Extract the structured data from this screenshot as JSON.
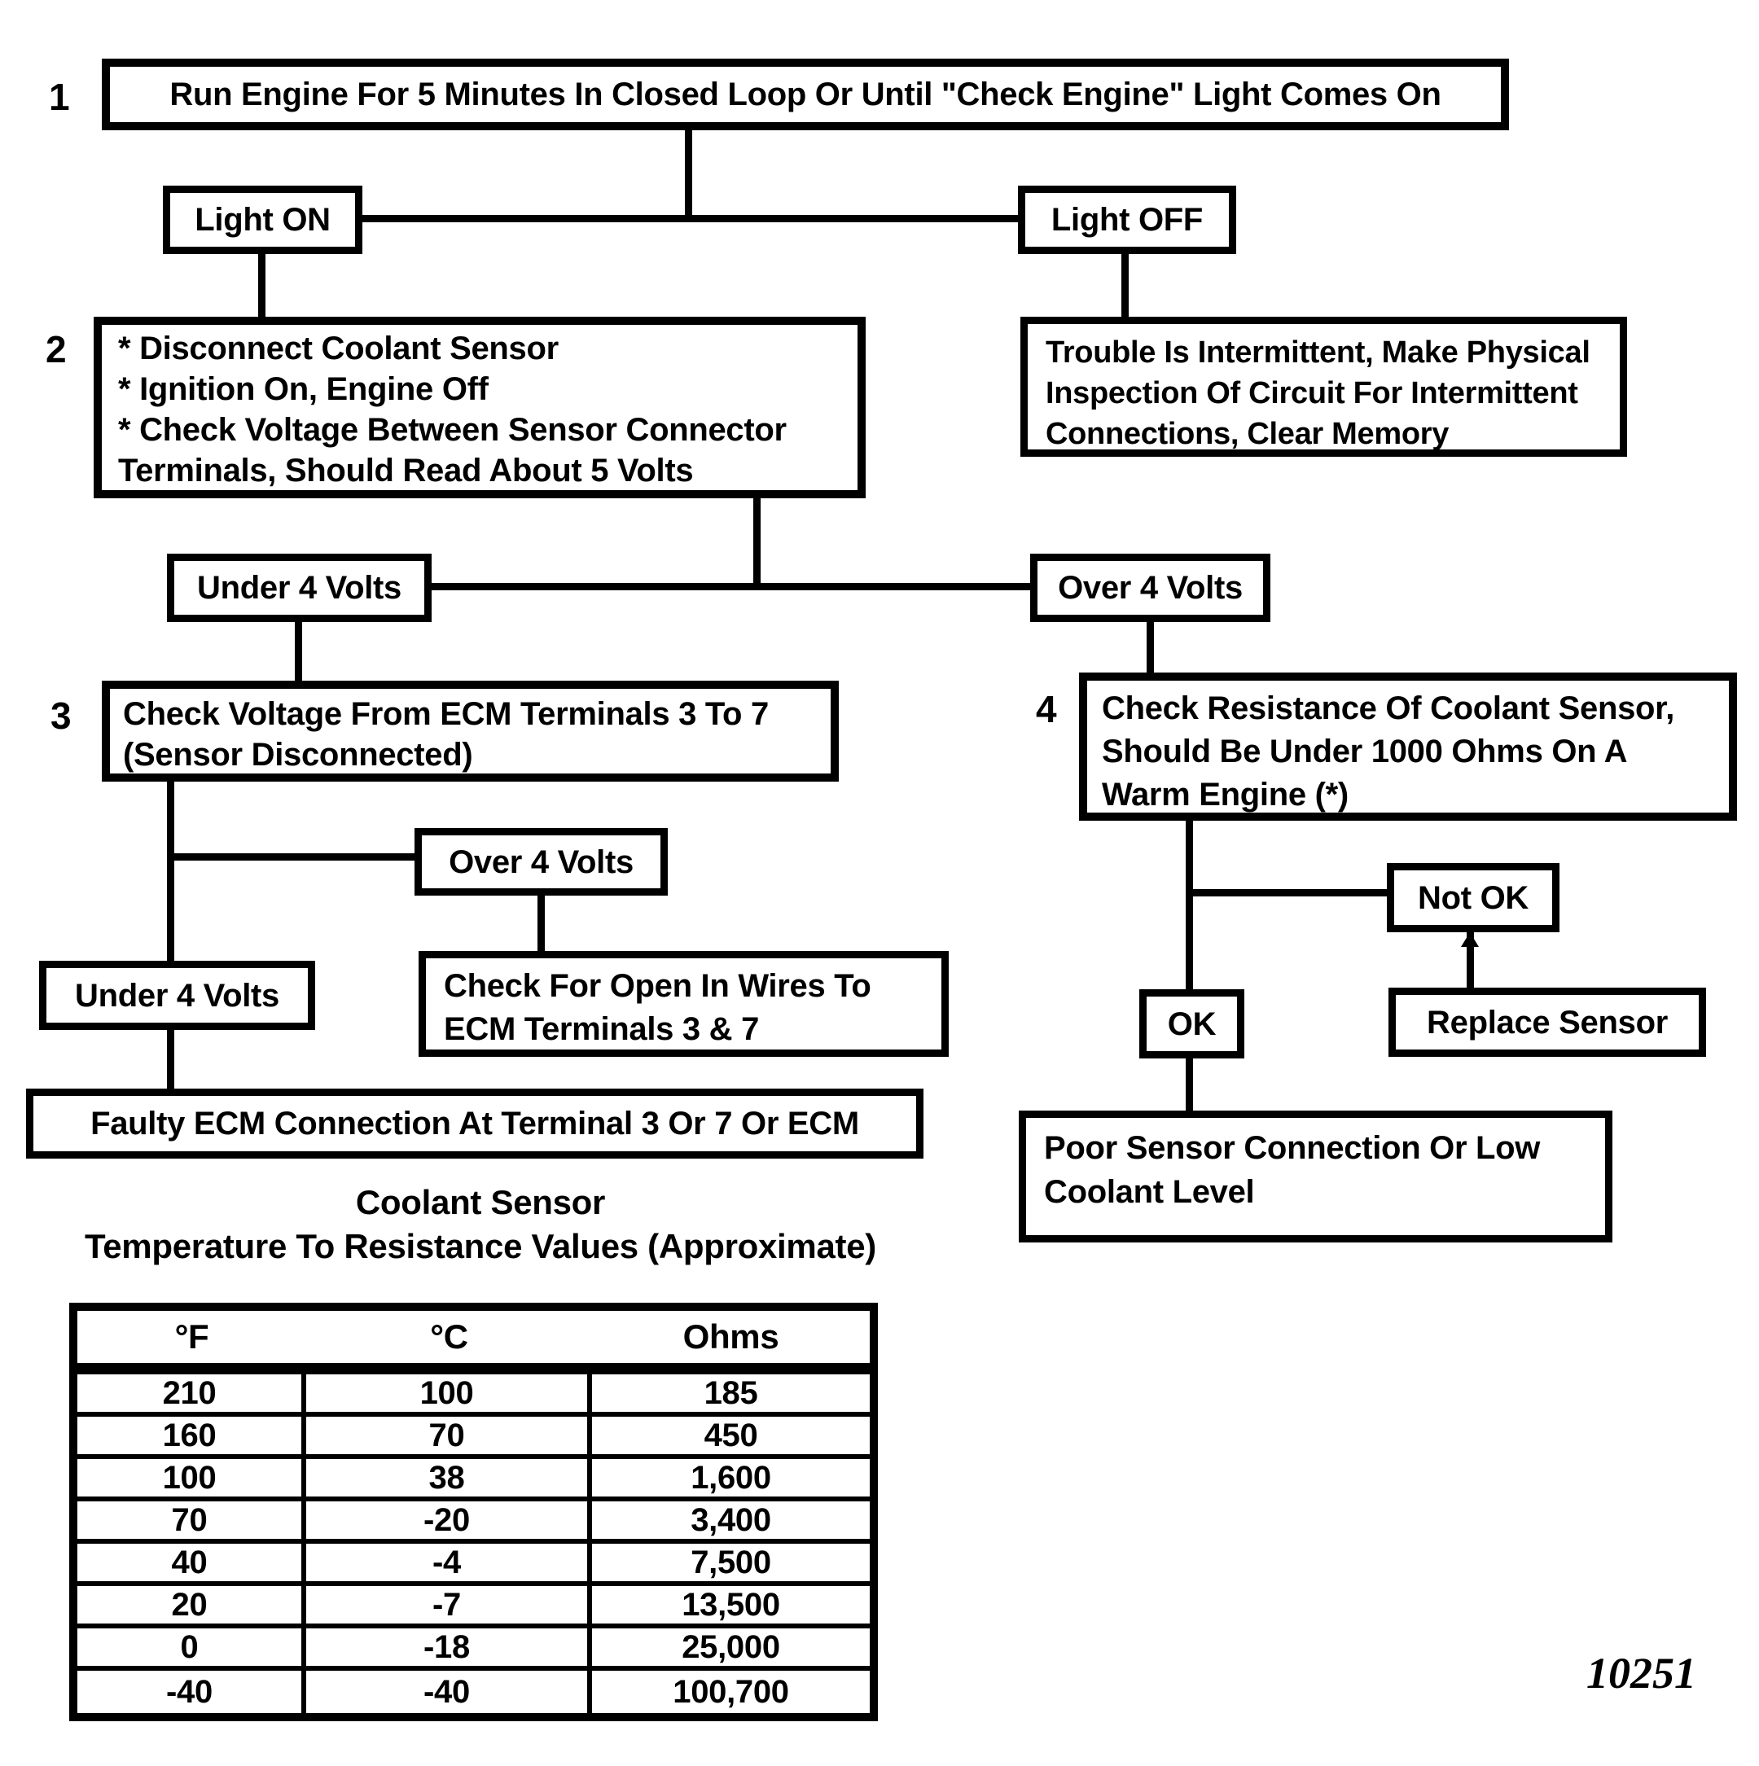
{
  "flow": {
    "step1": {
      "num": "1",
      "text": "Run Engine For 5 Minutes In Closed Loop Or Until \"Check Engine\" Light Comes On"
    },
    "light_on": {
      "label": "Light ON"
    },
    "light_off": {
      "label": "Light OFF"
    },
    "step2": {
      "num": "2",
      "lines": [
        "* Disconnect Coolant Sensor",
        "* Ignition On, Engine Off",
        "* Check Voltage Between Sensor Connector",
        "  Terminals,  Should Read About 5 Volts"
      ]
    },
    "intermittent": {
      "text": "Trouble Is Intermittent, Make Physical\nInspection Of Circuit For Intermittent\nConnections, Clear Memory"
    },
    "under_4_volts": {
      "label": "Under 4 Volts"
    },
    "over_4_volts": {
      "label": "Over 4 Volts"
    },
    "step3": {
      "num": "3",
      "text": "Check Voltage From ECM Terminals 3 To 7\n(Sensor Disconnected)"
    },
    "step4": {
      "num": "4",
      "text": "Check Resistance Of Coolant Sensor,\nShould Be Under 1000 Ohms On A\nWarm Engine (*)"
    },
    "over_4_volts_b": {
      "label": "Over 4 Volts"
    },
    "under_4_volts_b": {
      "label": "Under 4 Volts"
    },
    "check_open": {
      "text": "Check For Open In Wires To\nECM Terminals 3 & 7"
    },
    "faulty_ecm": {
      "text": "Faulty ECM Connection At Terminal 3 Or 7 Or ECM"
    },
    "not_ok": {
      "label": "Not OK"
    },
    "ok": {
      "label": "OK"
    },
    "replace_sensor": {
      "label": "Replace Sensor"
    },
    "poor_sensor": {
      "text": "Poor Sensor Connection Or Low\nCoolant Level"
    }
  },
  "table": {
    "title_line1": "Coolant Sensor",
    "title_line2": "Temperature To Resistance Values (Approximate)",
    "headers": [
      "°F",
      "°C",
      "Ohms"
    ],
    "rows": [
      [
        "210",
        "100",
        "185"
      ],
      [
        "160",
        "70",
        "450"
      ],
      [
        "100",
        "38",
        "1,600"
      ],
      [
        "70",
        "-20",
        "3,400"
      ],
      [
        "40",
        "-4",
        "7,500"
      ],
      [
        "20",
        "-7",
        "13,500"
      ],
      [
        "0",
        "-18",
        "25,000"
      ],
      [
        "-40",
        "-40",
        "100,700"
      ]
    ]
  },
  "figure_number": "10251",
  "colors": {
    "ink": "#000000",
    "paper": "#ffffff"
  }
}
